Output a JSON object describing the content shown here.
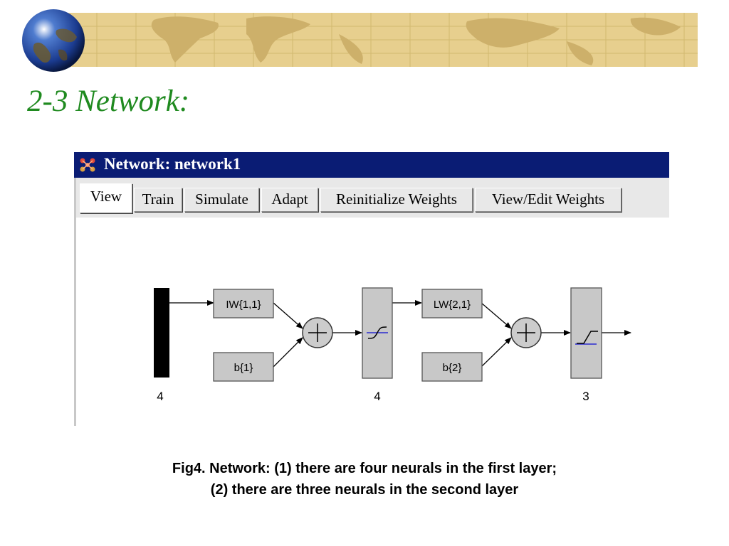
{
  "slide": {
    "title": "2-3  Network:",
    "caption_line1": "Fig4. Network: (1) there are four neurals in the first layer;",
    "caption_line2": "(2) there are three neurals in the second layer"
  },
  "window": {
    "title": "Network: network1",
    "icon": "network-app-icon",
    "colors": {
      "titlebar": "#0a1c74",
      "tabs": "#e8e8e8"
    }
  },
  "tabs": [
    {
      "label": "View",
      "active": true
    },
    {
      "label": "Train",
      "active": false
    },
    {
      "label": "Simulate",
      "active": false
    },
    {
      "label": "Adapt",
      "active": false
    },
    {
      "label": "Reinitialize Weights",
      "active": false
    },
    {
      "label": "View/Edit Weights",
      "active": false
    }
  ],
  "diagram": {
    "input_size": "4",
    "layer1": {
      "weight_label": "IW{1,1}",
      "bias_label": "b{1}",
      "size": "4",
      "transfer": "tansig"
    },
    "layer2": {
      "weight_label": "LW{2,1}",
      "bias_label": "b{2}",
      "size": "3",
      "transfer": "purelin-ramp"
    }
  }
}
